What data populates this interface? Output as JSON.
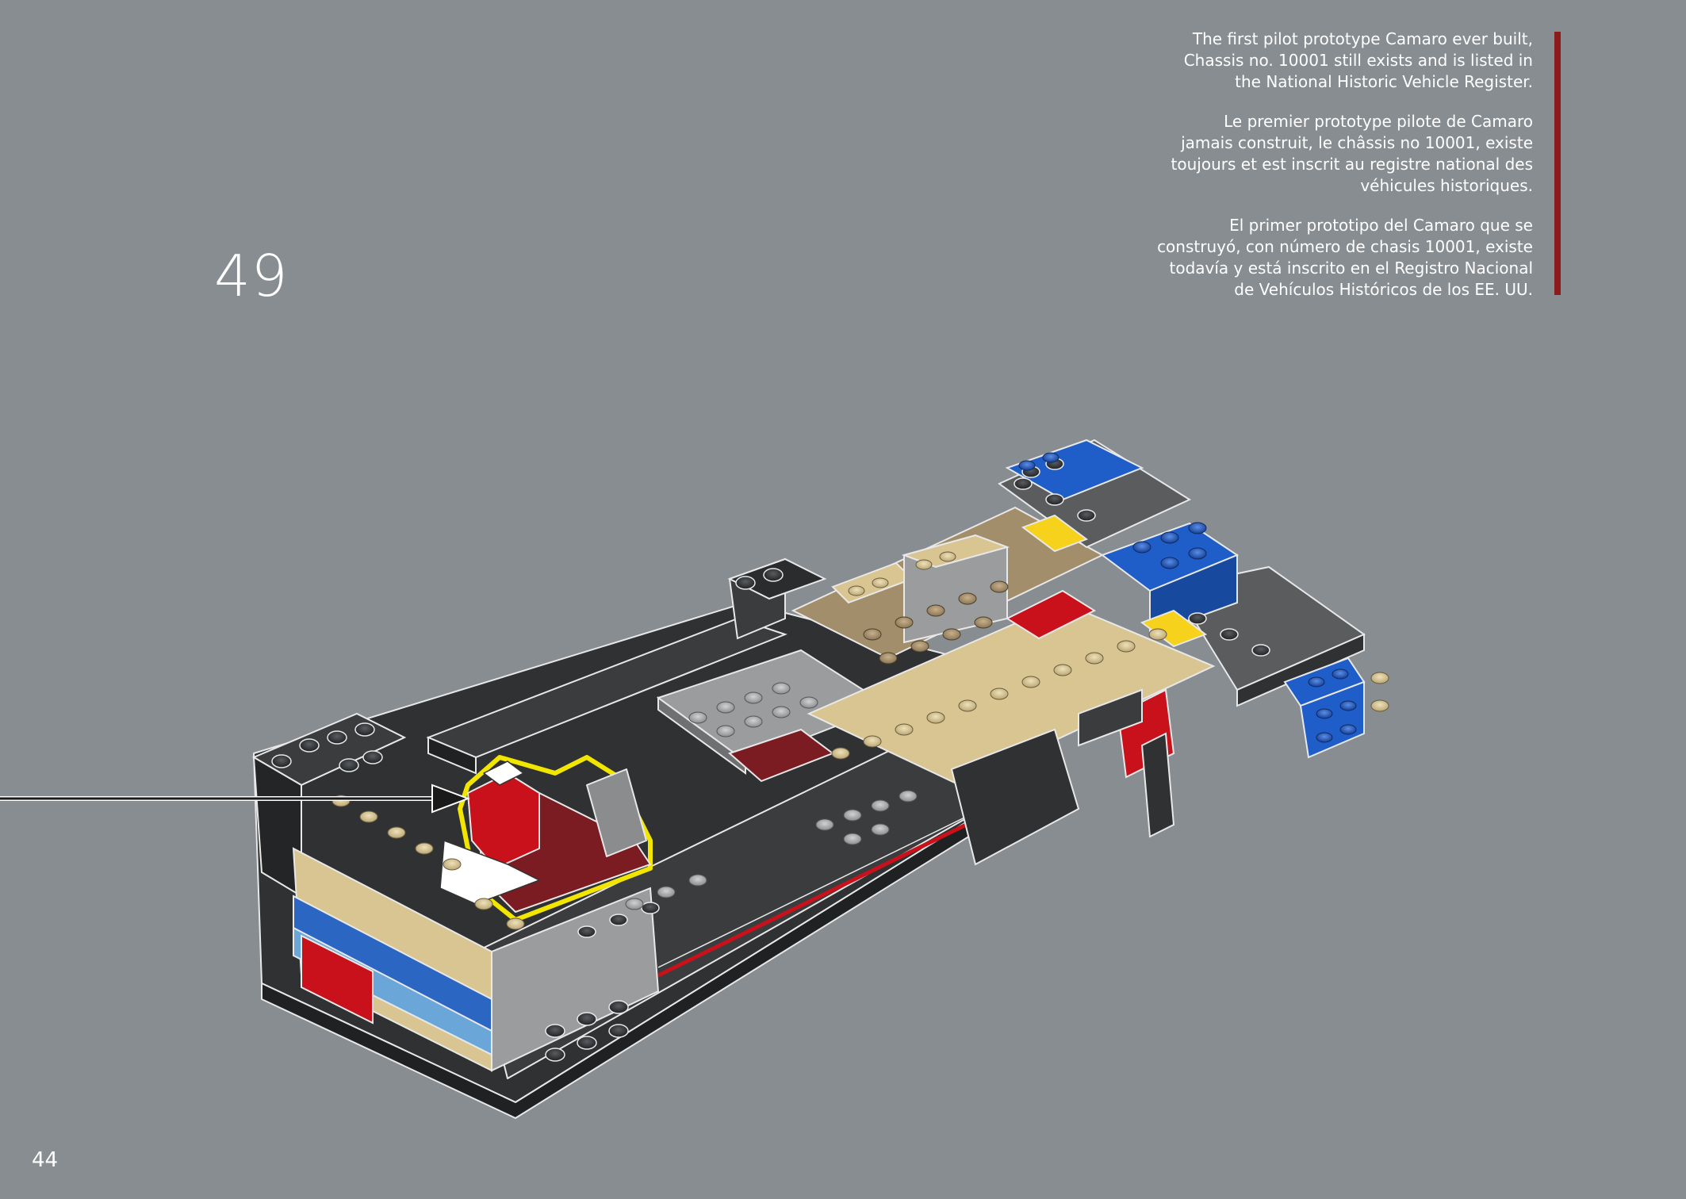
{
  "step": {
    "number": "49"
  },
  "info": {
    "en": "The first pilot prototype Camaro ever built,\nChassis no. 10001 still exists and is listed in\nthe National Historic Vehicle Register.",
    "fr": "Le premier prototype pilote de Camaro\njamais construit, le châssis no 10001, existe\ntoujours et est inscrit au registre national des\nvéhicules historiques.",
    "es": "El primer prototipo del Camaro que se\nconstruyó, con número de chasis 10001, existe\ntodavía y está inscrito en el Registro Nacional\nde Vehículos Históricos de los EE. UU."
  },
  "page": {
    "number": "44"
  },
  "colors": {
    "background": "#878d90",
    "accent_bar": "#8c1b1b",
    "highlight_outline": "#f2e600",
    "dark_brick": "#2f3133",
    "light_grey_brick": "#9a9c9e",
    "tan_brick": "#d8c592",
    "dark_tan_brick": "#a38e6c",
    "red_brick": "#c8111b",
    "dark_red_brick": "#7a1c22",
    "blue_brick": "#1f5ec9",
    "yellow_brick": "#f6d21d",
    "medium_blue": "#6aa7d8"
  },
  "icons": [
    "callout-arrow-icon",
    "assembly-model-illustration"
  ]
}
